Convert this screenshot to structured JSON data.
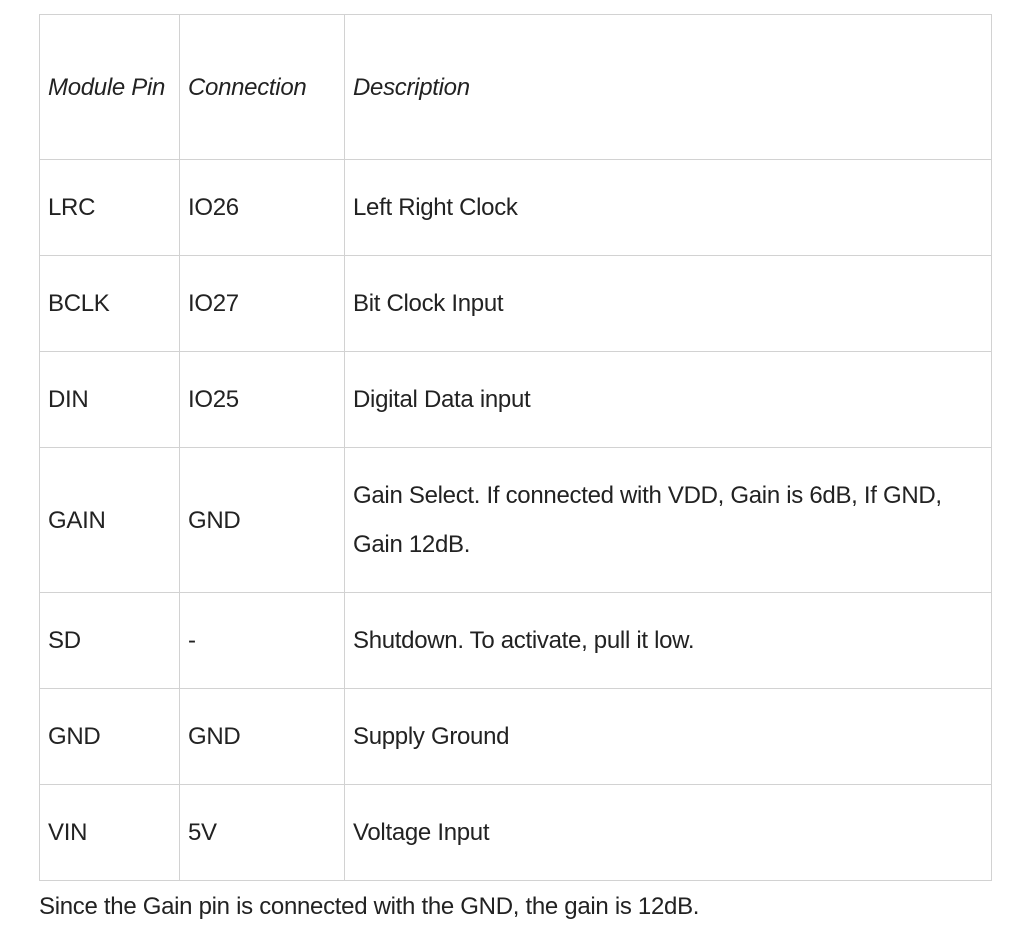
{
  "table": {
    "headers": [
      "Module Pin",
      "Connection",
      "Description"
    ],
    "rows": [
      {
        "pin": "LRC",
        "connection": "IO26",
        "description": "Left Right Clock"
      },
      {
        "pin": "BCLK",
        "connection": "IO27",
        "description": "Bit Clock Input"
      },
      {
        "pin": "DIN",
        "connection": "IO25",
        "description": "Digital Data input"
      },
      {
        "pin": "GAIN",
        "connection": "GND",
        "description": "Gain Select. If connected with VDD, Gain is 6dB, If GND, Gain 12dB."
      },
      {
        "pin": "SD",
        "connection": "-",
        "description": "Shutdown. To activate, pull it low."
      },
      {
        "pin": "GND",
        "connection": "GND",
        "description": "Supply Ground"
      },
      {
        "pin": "VIN",
        "connection": "5V",
        "description": "Voltage Input"
      }
    ]
  },
  "note": "Since the Gain pin is connected with the GND, the gain is 12dB."
}
